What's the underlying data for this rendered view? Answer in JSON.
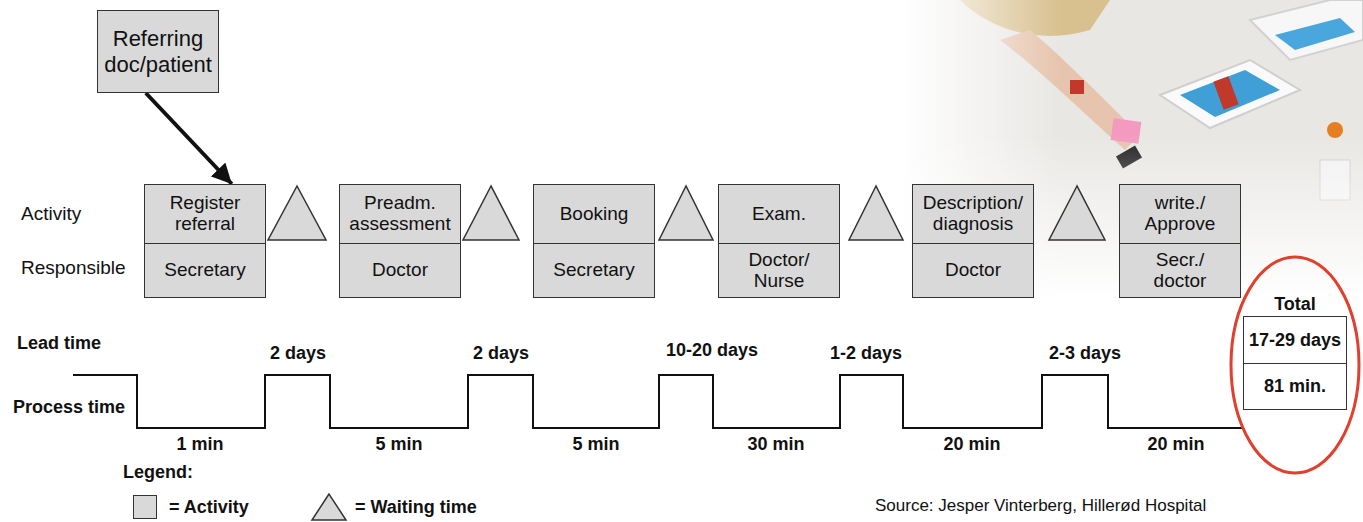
{
  "diagram": {
    "nodes": [
      {
        "text": [
          "Referring doc/patient"
        ]
      },
      {
        "text": [
          "Register referral",
          "Secretary"
        ]
      },
      {
        "text": [
          "Preadm. assessment",
          "Doctor"
        ]
      },
      {
        "text": [
          "Booking",
          "Secretary"
        ]
      },
      {
        "text": [
          "Exam.",
          "Doctor/ Nurse"
        ]
      },
      {
        "text": [
          "Description/ diagnosis",
          "Doctor"
        ]
      },
      {
        "text": [
          "write./ Approve",
          "Secr./ doctor"
        ]
      },
      {
        "text": [
          "Total",
          "17-29 days",
          "81 min."
        ]
      }
    ],
    "edges": [
      {
        "from": 0,
        "to": 1,
        "arrow": "to"
      }
    ],
    "labels": [
      "Activity",
      "Responsible",
      "Lead time",
      "Process time",
      "2 days",
      "2 days",
      "10-20 days",
      "1-2 days",
      "2-3 days",
      "1 min",
      "5 min",
      "5 min",
      "30 min",
      "20 min",
      "20 min",
      "Legend:",
      "Source: Jesper Vinterberg, Hillerød Hospital"
    ],
    "legend": [
      {
        "text": "= Activity",
        "color": "#d9d9d9"
      },
      {
        "text": "= Waiting time"
      }
    ]
  }
}
